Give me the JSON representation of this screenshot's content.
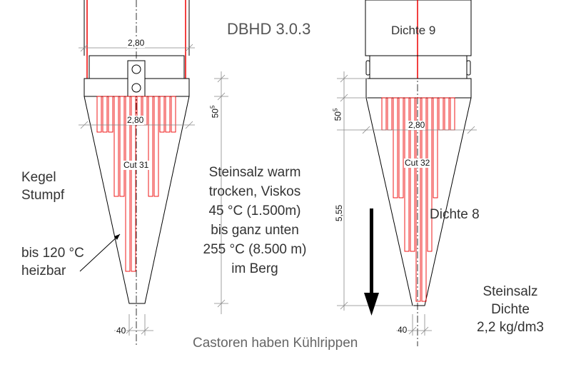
{
  "title": "DBHD 3.0.3",
  "left_drawing": {
    "cut_label": "Cut 31",
    "width_dim_top": "2,80",
    "width_dim_mid": "2,80",
    "tip_dim": "40",
    "height_dim": "50",
    "height_dim_sup": "5",
    "label_cone": [
      "Kegel",
      "Stumpf"
    ],
    "label_heat": [
      "bis 120 °C",
      "heizbar"
    ]
  },
  "right_drawing": {
    "cut_label": "Cut 32",
    "width_dim_mid": "2,80",
    "tip_dim": "40",
    "height_dim": "50",
    "height_dim_sup": "5",
    "length_dim": "5,55",
    "density_top": "Dichte 9",
    "density_cone": "Dichte 8"
  },
  "center_note": [
    "Steinsalz warm",
    "trocken, Viskos",
    "45 °C (1.500m)",
    "bis ganz unten",
    "255 °C (8.500 m)",
    "im Berg"
  ],
  "salt_note": [
    "Steinsalz",
    "Dichte",
    "2,2 kg/dm3"
  ],
  "footer": "Castoren haben Kühlrippen",
  "colors": {
    "line": "#000000",
    "heater": "#ff0000",
    "dim": "#888888",
    "text": "#444444"
  }
}
